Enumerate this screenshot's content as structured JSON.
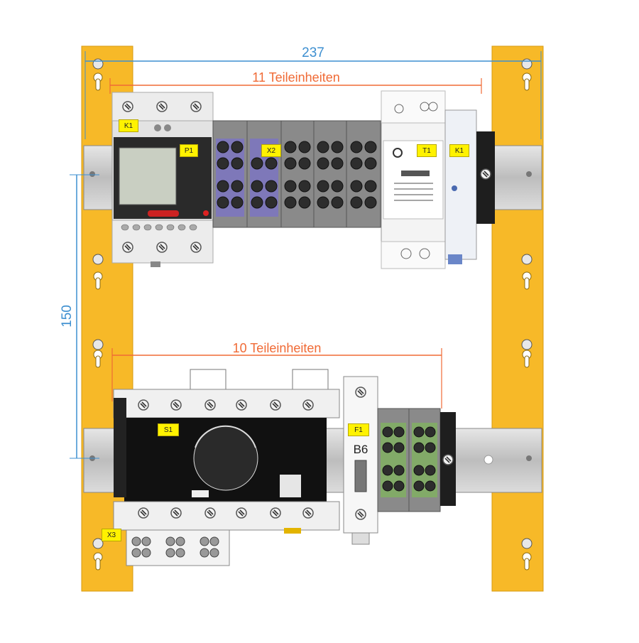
{
  "dimensions": {
    "total_width": "237",
    "row_spacing": "150",
    "top_row_span": "11 Teileinheiten",
    "bottom_row_span": "10 Teileinheiten"
  },
  "devices": {
    "meter_top_tag": "K1",
    "meter_display_tag": "P1",
    "terminal_top_tag": "X2",
    "transformer_tag": "T1",
    "relay_tag": "K1",
    "switch_tag": "S1",
    "breaker_tag": "F1",
    "breaker_rating": "B6",
    "bottom_terminal_tag": "X3"
  },
  "colors": {
    "mounting_frame": "#f7b928",
    "dimension_blue": "#3d8fd0",
    "dimension_orange": "#f06a35",
    "din_rail": "#c8c8c8",
    "tag_yellow": "#fff200"
  }
}
